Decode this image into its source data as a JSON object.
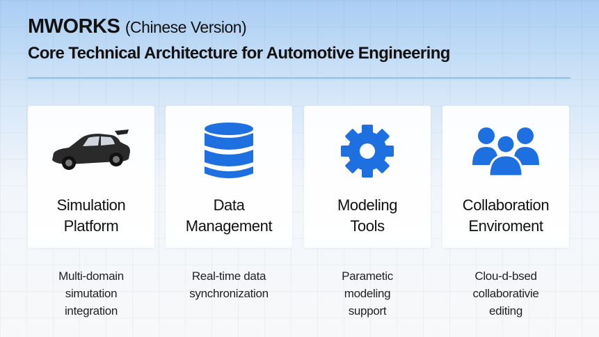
{
  "header": {
    "title_main": "MWORKS",
    "title_sub": "(Chinese Version)",
    "subtitle": "Core Technical Architecture for Automotive Engineering"
  },
  "accent_color": "#1e6fe0",
  "cards": [
    {
      "icon": "car-icon",
      "title_line1": "Simulation",
      "title_line2": "Platform",
      "desc": [
        "Multi-domain",
        "simutation",
        "integration"
      ]
    },
    {
      "icon": "database-icon",
      "title_line1": "Data",
      "title_line2": "Management",
      "desc": [
        "Real-time data",
        "synchronization"
      ]
    },
    {
      "icon": "gear-icon",
      "title_line1": "Modeling",
      "title_line2": "Tools",
      "desc": [
        "Parametic",
        "modeling",
        "support"
      ]
    },
    {
      "icon": "users-icon",
      "title_line1": "Collaboration",
      "title_line2": "Enviroment",
      "desc": [
        "Clou-d-bsed",
        "collaborativie",
        "editing"
      ]
    }
  ]
}
